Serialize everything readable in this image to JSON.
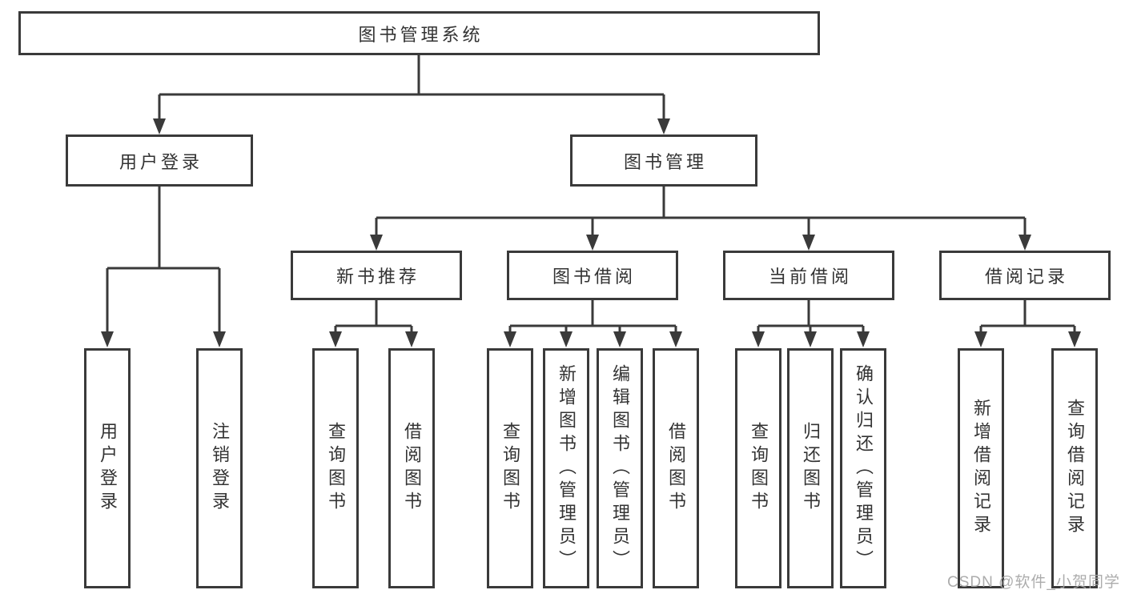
{
  "root": "图书管理系统",
  "tree": {
    "user_login": {
      "label": "用户登录",
      "leaves": [
        "用户登录",
        "注销登录"
      ]
    },
    "book_management": {
      "label": "图书管理",
      "children": {
        "new_book_recommend": {
          "label": "新书推荐",
          "leaves": [
            "查询图书",
            "借阅图书"
          ]
        },
        "book_borrow": {
          "label": "图书借阅",
          "leaves": [
            "查询图书",
            "新增图书（管理员）",
            "编辑图书（管理员）",
            "借阅图书"
          ]
        },
        "current_borrow": {
          "label": "当前借阅",
          "leaves": [
            "查询图书",
            "归还图书",
            "确认归还（管理员）"
          ]
        },
        "borrow_record": {
          "label": "借阅记录",
          "leaves": [
            "新增借阅记录",
            "查询借阅记录"
          ]
        }
      }
    }
  },
  "watermark": "CSDN @软件_小贺同学",
  "colors": {
    "line": "#3a3a3a",
    "text": "#333333",
    "background": "#ffffff",
    "watermark_text": "#a6a6a6"
  }
}
